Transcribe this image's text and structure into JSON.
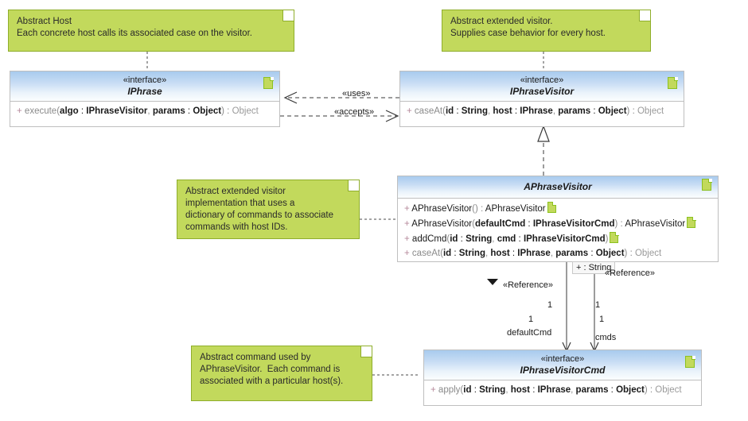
{
  "diagram": {
    "title": "Visitor pattern UML class diagram",
    "colors": {
      "note_fill": "#c2d95c",
      "note_border": "#8fae2b",
      "class_border": "#bfbfbf",
      "header_gradient_top": "#a8cbee",
      "header_gradient_bottom": "#fbfdfe",
      "icon_green": "#8cc11f",
      "connector": "#3a3a3a"
    }
  },
  "notes": [
    {
      "id": "note-abstract-host",
      "lines": [
        "Abstract Host",
        "Each concrete host calls its associated case on the visitor."
      ]
    },
    {
      "id": "note-abstract-extended-visitor",
      "lines": [
        "Abstract extended visitor.",
        "Supplies case behavior for every host."
      ]
    },
    {
      "id": "note-abstract-visitor-impl",
      "lines": [
        "Abstract extended visitor",
        "implementation that uses a",
        "dictionary of commands to associate",
        "commands with host IDs."
      ]
    },
    {
      "id": "note-abstract-command",
      "lines": [
        "Abstract command used by",
        "APhraseVisitor.  Each command is",
        "associated with a particular host(s)."
      ]
    }
  ],
  "classes": [
    {
      "id": "iphrase",
      "stereotype": "«interface»",
      "name": "IPhrase",
      "has_header_icon": true,
      "features": [
        {
          "visibility": "+",
          "name": "execute",
          "open": "(",
          "params": [
            {
              "pname": "algo",
              "sep": " : ",
              "ptype": "IPhraseVisitor"
            },
            {
              "pname": "params",
              "sep": " : ",
              "ptype": "Object"
            }
          ],
          "close": ")",
          "return_sep": " : ",
          "return_type": "Object",
          "icon": false
        }
      ]
    },
    {
      "id": "iphrasevisitor",
      "stereotype": "«interface»",
      "name": "IPhraseVisitor",
      "has_header_icon": true,
      "features": [
        {
          "visibility": "+",
          "name": "caseAt",
          "open": "(",
          "params": [
            {
              "pname": "id",
              "sep": " : ",
              "ptype": "String"
            },
            {
              "pname": "host",
              "sep": " : ",
              "ptype": "IPhrase"
            },
            {
              "pname": "params",
              "sep": " : ",
              "ptype": "Object"
            }
          ],
          "close": ")",
          "return_sep": " : ",
          "return_type": "Object",
          "icon": false
        }
      ]
    },
    {
      "id": "aphrasevisitor",
      "stereotype": "",
      "name": "APhraseVisitor",
      "has_header_icon": true,
      "features": [
        {
          "visibility": "+",
          "name": "APhraseVisitor",
          "name_dark": true,
          "open": "(",
          "params": [],
          "close": ")",
          "return_sep": " : ",
          "return_type": "APhraseVisitor",
          "return_dark": true,
          "icon": true
        },
        {
          "visibility": "+",
          "name": "APhraseVisitor",
          "name_dark": true,
          "open": "(",
          "params": [
            {
              "pname": "defaultCmd",
              "sep": " : ",
              "ptype": "IPhraseVisitorCmd"
            }
          ],
          "close": ")",
          "return_sep": " : ",
          "return_type": "APhraseVisitor",
          "return_dark": true,
          "icon": true
        },
        {
          "visibility": "+",
          "name": "addCmd",
          "name_dark": true,
          "open": "(",
          "params": [
            {
              "pname": "id",
              "sep": " : ",
              "ptype": "String"
            },
            {
              "pname": "cmd",
              "sep": " : ",
              "ptype": "IPhraseVisitorCmd"
            }
          ],
          "close": ")",
          "return_sep": "",
          "return_type": "",
          "icon": true
        },
        {
          "visibility": "+",
          "name": "caseAt",
          "open": "(",
          "params": [
            {
              "pname": "id",
              "sep": " : ",
              "ptype": "String"
            },
            {
              "pname": "host",
              "sep": " : ",
              "ptype": "IPhrase"
            },
            {
              "pname": "params",
              "sep": " : ",
              "ptype": "Object"
            }
          ],
          "close": ")",
          "return_sep": " : ",
          "return_type": "Object",
          "icon": false
        }
      ]
    },
    {
      "id": "iphrasevisitorcmd",
      "stereotype": "«interface»",
      "name": "IPhraseVisitorCmd",
      "has_header_icon": true,
      "features": [
        {
          "visibility": "+",
          "name": "apply",
          "open": "(",
          "params": [
            {
              "pname": "id",
              "sep": " : ",
              "ptype": "String"
            },
            {
              "pname": "host",
              "sep": " : ",
              "ptype": "IPhrase"
            },
            {
              "pname": "params",
              "sep": " : ",
              "ptype": "Object"
            }
          ],
          "close": ")",
          "return_sep": " : ",
          "return_type": "Object",
          "icon": false
        }
      ]
    }
  ],
  "connector_labels": {
    "uses": "«uses»",
    "accepts": "«accepts»",
    "reference_left": "«Reference»",
    "reference_right": "«Reference»",
    "attr_string": "+ : String",
    "mult_left_top": "1",
    "mult_left_bottom": "1",
    "role_default_cmd": "defaultCmd",
    "mult_right_top": "1",
    "mult_right_bottom": "1",
    "role_cmds": "cmds"
  }
}
